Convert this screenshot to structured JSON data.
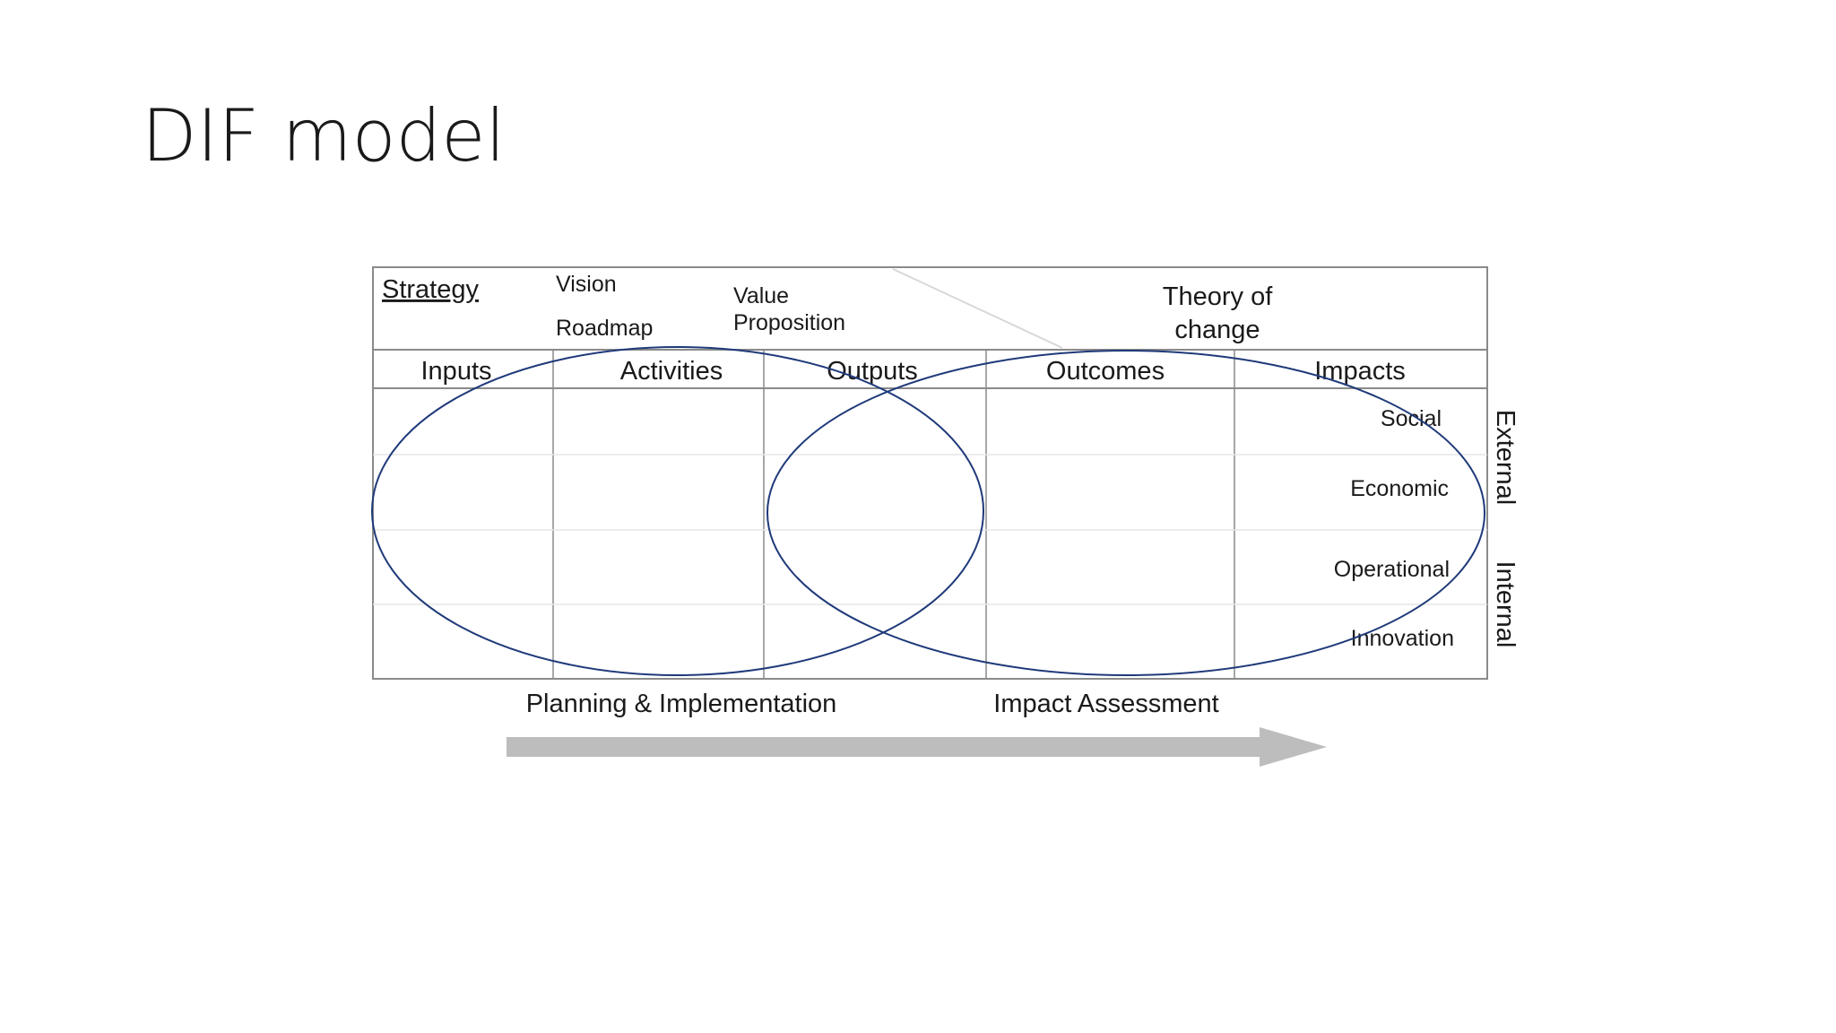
{
  "title": "DIF model",
  "diagram": {
    "strategy": "Strategy",
    "vision": "Vision",
    "roadmap": "Roadmap",
    "value_line1": "Value",
    "value_line2": "Proposition",
    "theory_line1": "Theory of",
    "theory_line2": "change",
    "columns": [
      "Inputs",
      "Activities",
      "Outputs",
      "Outcomes",
      "Impacts"
    ],
    "impact_rows": [
      "Social",
      "Economic",
      "Operational",
      "Innovation"
    ],
    "side_labels": [
      "External",
      "Internal"
    ],
    "phases": [
      "Planning & Implementation",
      "Impact Assessment"
    ]
  }
}
